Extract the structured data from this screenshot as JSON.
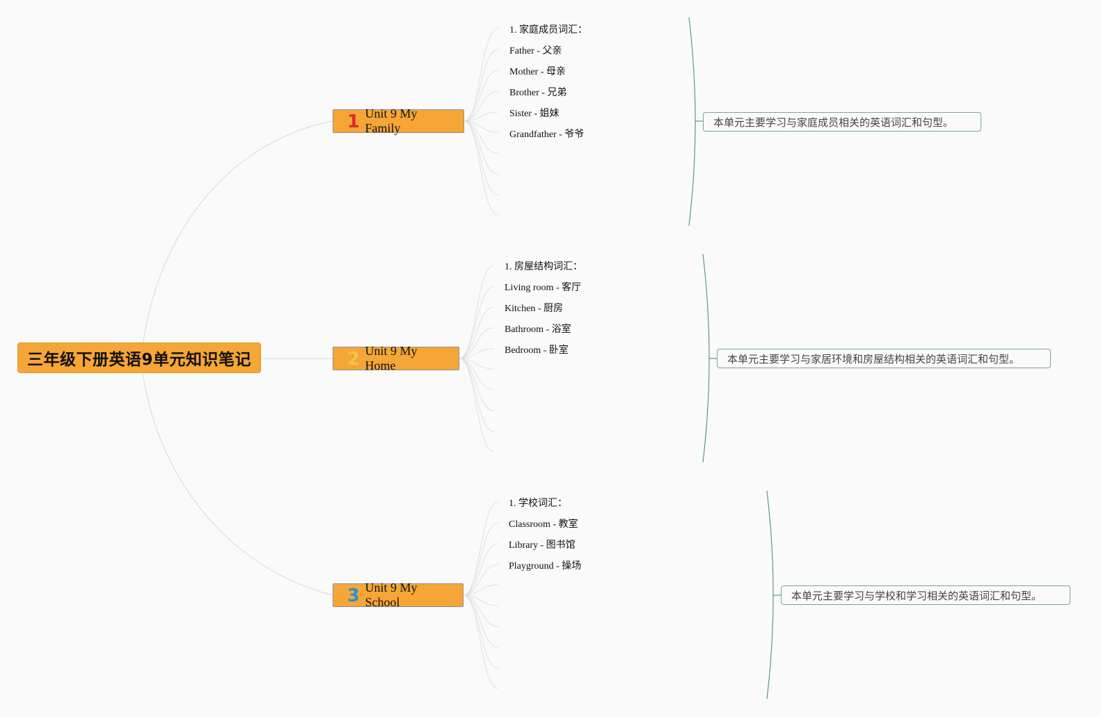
{
  "root": {
    "title": "三年级下册英语9单元知识笔记"
  },
  "units": [
    {
      "number": "1",
      "number_color": "#e12b2b",
      "title": "Unit 9 My Family",
      "items": [
        "1. 家庭成员词汇：",
        "Father - 父亲",
        "Mother - 母亲",
        "Brother - 兄弟",
        "Sister - 姐妹",
        "Grandfather - 爷爷"
      ],
      "summary": "本单元主要学习与家庭成员相关的英语词汇和句型。"
    },
    {
      "number": "2",
      "number_color": "#f6c445",
      "title": "Unit 9 My Home",
      "items": [
        "1. 房屋结构词汇：",
        "Living room - 客厅",
        "Kitchen - 厨房",
        "Bathroom - 浴室",
        "Bedroom - 卧室"
      ],
      "summary": "本单元主要学习与家居环境和房屋结构相关的英语词汇和句型。"
    },
    {
      "number": "3",
      "number_color": "#2f8fd0",
      "title": "Unit 9 My School",
      "items": [
        "1. 学校词汇：",
        "Classroom - 教室",
        "Library - 图书馆",
        "Playground - 操场"
      ],
      "summary": "本单元主要学习与学校和学习相关的英语词汇和句型。"
    }
  ],
  "colors": {
    "node_fill": "#f5a637",
    "connector": "#d8d8d8",
    "brace": "#5a9a7c",
    "summary_border": "#7aa58f"
  }
}
